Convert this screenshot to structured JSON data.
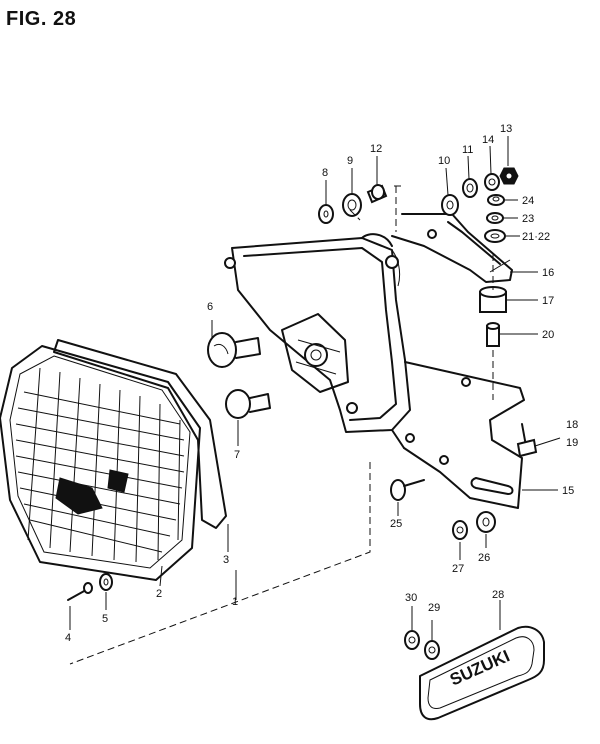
{
  "figure": {
    "title": "FIG. 28"
  },
  "callouts": {
    "c1": "1",
    "c2": "2",
    "c3": "3",
    "c4": "4",
    "c5": "5",
    "c6": "6",
    "c7": "7",
    "c8": "8",
    "c9": "9",
    "c10": "10",
    "c11": "11",
    "c12": "12",
    "c13": "13",
    "c14": "14",
    "c15": "15",
    "c16": "16",
    "c17": "17",
    "c18": "18",
    "c19": "19",
    "c20": "20",
    "c21_22": "21·22",
    "c23": "23",
    "c24": "24",
    "c25": "25",
    "c26": "26",
    "c27": "27",
    "c28": "28",
    "c29": "29",
    "c30": "30"
  },
  "plate_logo_text": "SUZUKI",
  "colors": {
    "ink": "#111111",
    "paper": "#ffffff"
  }
}
